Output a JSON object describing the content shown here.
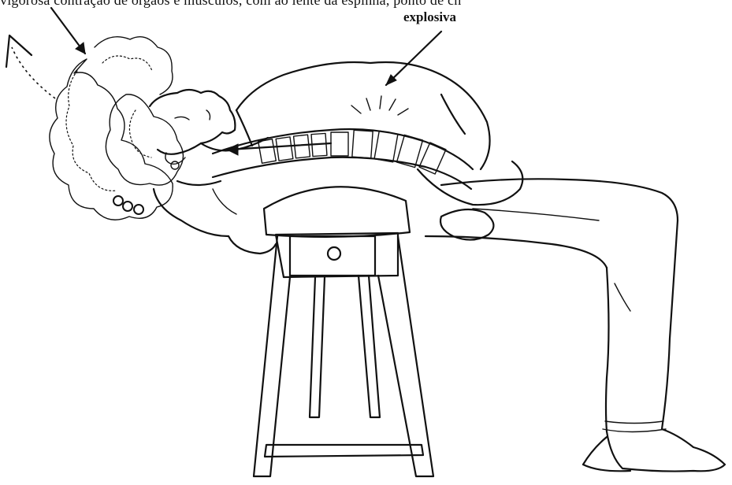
{
  "caption": {
    "top_line": "vigorosa contração de órgãos e músculos, com ao lente da espinha, ponto de ch",
    "callout_label": "explosiva"
  },
  "illustration": {
    "subject": "person-arched-backward-over-stool",
    "icons": [
      "curved-arrow-icon",
      "straight-arrow-icon",
      "spine-arrow-icon"
    ]
  }
}
